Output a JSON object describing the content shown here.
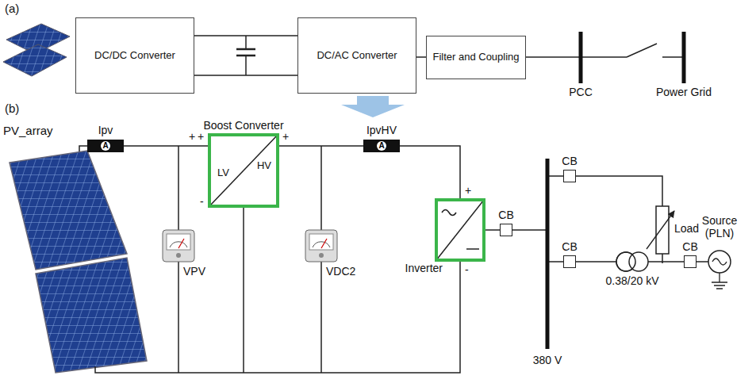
{
  "diagram": {
    "nodes": [
      {
        "text": [
          "DC/DC Converter"
        ]
      },
      {
        "text": [
          "DC/AC Converter"
        ]
      },
      {
        "text": [
          "Filter and Coupling"
        ]
      },
      {
        "text": [
          "Ipv",
          "A"
        ]
      },
      {
        "text": [
          "Boost Converter",
          "HV",
          "LV"
        ]
      },
      {
        "text": [
          "IpvHV",
          "A"
        ]
      },
      {
        "text": [
          "Inverter"
        ]
      },
      {
        "text": [
          "CB"
        ]
      },
      {
        "text": [
          "CB"
        ]
      },
      {
        "text": [
          "CB"
        ]
      },
      {
        "text": [
          "CB"
        ]
      }
    ],
    "edges": [
      {
        "from": 0,
        "to": 1,
        "arrow": "none"
      },
      {
        "from": 1,
        "to": 2,
        "arrow": "none"
      },
      {
        "from": 3,
        "to": 4,
        "arrow": "none"
      },
      {
        "from": 4,
        "to": 5,
        "arrow": "none"
      },
      {
        "from": 5,
        "to": 6,
        "arrow": "none"
      },
      {
        "from": 6,
        "to": 7,
        "arrow": "none"
      },
      {
        "from": 9,
        "to": 10,
        "arrow": "none"
      }
    ],
    "labels": [
      "(a)",
      "PCC",
      "Power Grid",
      "(b)",
      "PV_array",
      "VPV",
      "VDC2",
      "+",
      "+",
      "+",
      "-",
      "+",
      "-",
      "380 V",
      "Load",
      "0.38/20 kV",
      "Source (PLN)"
    ]
  }
}
